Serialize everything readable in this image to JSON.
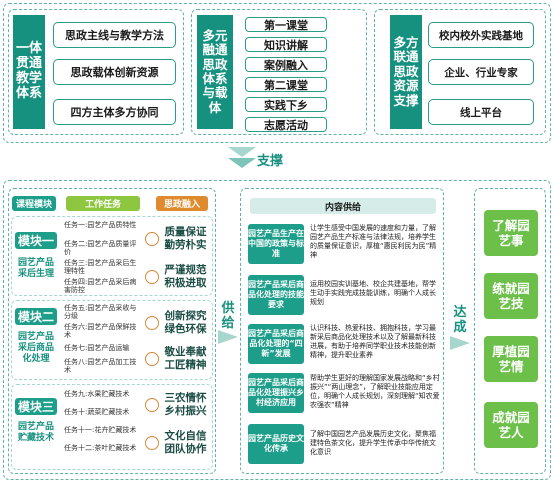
{
  "top": {
    "left_block": "一体贯通教学体系",
    "left_items": [
      "思政主线与教学方法",
      "思政载体创新资源",
      "四方主体多方协同"
    ],
    "mid_block": "多元融通思政体系与载体",
    "mid_items": [
      "第一课堂",
      "知识讲解",
      "案例融入",
      "第二课堂",
      "实践下乡",
      "志愿活动"
    ],
    "right_block": "多方联通思政资源支撑",
    "right_items": [
      "校内校外实践基地",
      "企业、行业专家",
      "线上平台"
    ]
  },
  "support_label": "支撑",
  "left_panel": {
    "headers": [
      "课程模块",
      "工作任务",
      "思政融入"
    ],
    "modules": [
      {
        "title": "模块一",
        "subtitle": "园艺产品采后生理",
        "tasks": [
          "任务一:园艺产品质特性",
          "任务二:园艺产品质量评价",
          "任务三:园艺产品采后生理特性",
          "任务四:园艺产品采后病害防控"
        ],
        "values": [
          "质量保证勤劳朴实",
          "严谨规范积极进取"
        ]
      },
      {
        "title": "模块二",
        "subtitle": "园艺产品采后商品化处理",
        "tasks": [
          "任务五:园艺产品采收与分级",
          "任务六:园艺产品保鲜技术",
          "任务七:园艺产品运输",
          "任务八:园艺产品加工技术"
        ],
        "values": [
          "创新探究绿色环保",
          "敬业奉献工匠精神"
        ]
      },
      {
        "title": "模块三",
        "subtitle": "园艺产品贮藏技术",
        "tasks": [
          "任务九:水果贮藏技术",
          "任务十:蔬菜贮藏技术",
          "任务十一:花卉贮藏技术",
          "任务十二:茶叶贮藏技术"
        ],
        "values": [
          "三农情怀乡村振兴",
          "文化自信团队协作"
        ]
      }
    ]
  },
  "supply_label": "供给",
  "content_panel": {
    "header": "内容供给",
    "rows": [
      {
        "label": "园艺产品生产在中国的政策与标准",
        "text": "让学生感受中国发展的速度和力量，了解园艺产品生产标准与法律法规，培养学生的质量保证意识，厚植“惠民利民为民”精神"
      },
      {
        "label": "园艺产品采后商品化处理的技能要求",
        "text": "运用校园实训基地、校企共建基地，帮学生动手实践完成技能训练，明确个人成长规划"
      },
      {
        "label": "园艺产品采后商品化处理的“四新”发展",
        "text": "认识科技、热爱科技、拥抱科技，学习最新采后商品化处理技术以及了解最新科技进展，有助于培养同学职业技术技能创新精神，提升职业素养"
      },
      {
        "label": "园艺产品采后商品化处理振兴乡村经济应用",
        "text": "帮助学生更好的理解国家发展战略和“乡村振兴”“两山理念”，了解职业技能应用定位，明确个人成长规划，深刻理解“知农爱农强农”精神"
      },
      {
        "label": "园艺产品历史文化传承",
        "text": "了解中国园艺产品发展历史文化，聚焦福建特色茶文化，提升学生传承中华传统文化意识"
      }
    ]
  },
  "achieve_label": "达成",
  "results": [
    "了解园艺事",
    "练就园艺技",
    "厚植园艺情",
    "成就园艺人"
  ]
}
